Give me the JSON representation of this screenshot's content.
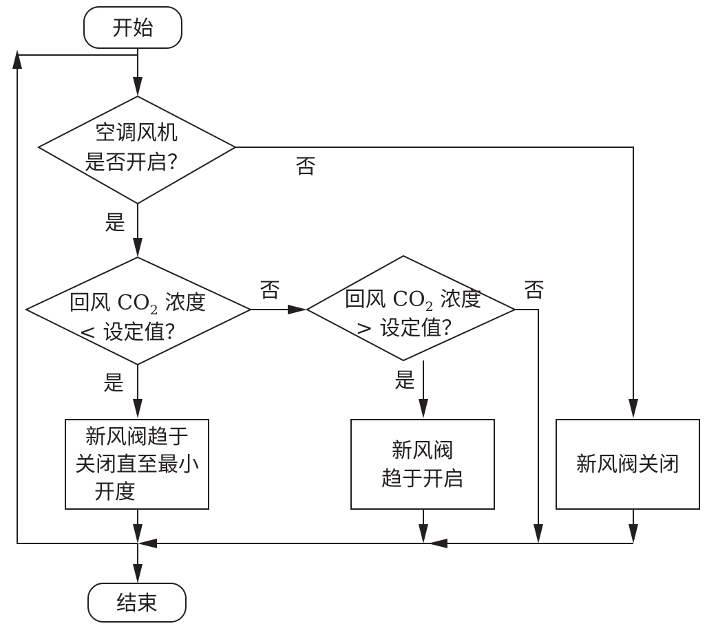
{
  "nodes": {
    "start": "开始",
    "fan_check": [
      "空调风机",
      "是否开启？"
    ],
    "co2_low": {
      "prefix": "回风 CO",
      "sub": "2",
      "suffix": " 浓度",
      "line2": "< 设定值？"
    },
    "co2_high": {
      "prefix": "回风 CO",
      "sub": "2",
      "suffix": " 浓度",
      "line2": "> 设定值？"
    },
    "close_to_min": [
      "新风阀趋于",
      "关闭直至最小",
      "开度"
    ],
    "tend_open": [
      "新风阀",
      "趋于开启"
    ],
    "valve_closed": "新风阀关闭",
    "end": "结束"
  },
  "edge_labels": {
    "fan_no": "否",
    "fan_yes": "是",
    "low_no": "否",
    "low_yes": "是",
    "high_no": "否",
    "high_yes": "是"
  },
  "colors": {
    "line": "#231f20",
    "fill": "#ffffff"
  }
}
